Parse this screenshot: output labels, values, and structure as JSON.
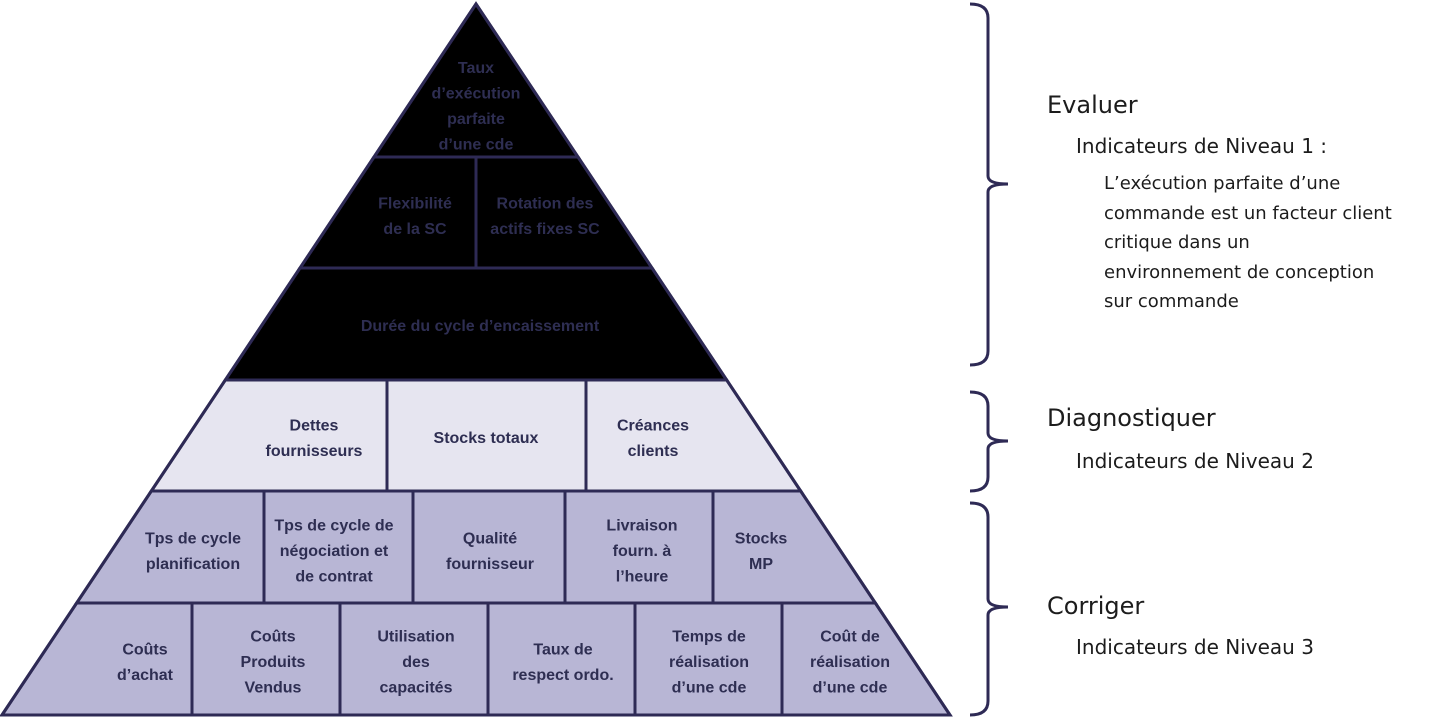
{
  "pyramid": {
    "colors": {
      "top": "#f6f5fb",
      "level2": "#e6e5f0",
      "level3": "#b8b6d5",
      "outline": "#2e2a55",
      "text": "#2e2e52"
    },
    "tiers": [
      {
        "tier": "level1",
        "cells": [
          {
            "name": "taux-execution-parfaite",
            "lines": [
              "Taux",
              "d’exécution",
              "parfaite",
              "d’une cde"
            ]
          }
        ]
      },
      {
        "tier": "level1",
        "cells": [
          {
            "name": "flexibilite-sc",
            "lines": [
              "Flexibilité",
              "de la SC"
            ]
          },
          {
            "name": "rotation-actifs-fixes",
            "lines": [
              "Rotation des",
              "actifs fixes SC"
            ]
          }
        ]
      },
      {
        "tier": "level1",
        "cells": [
          {
            "name": "duree-cycle-encaissement",
            "lines": [
              "Durée du cycle d’encaissement"
            ]
          }
        ]
      },
      {
        "tier": "level2",
        "cells": [
          {
            "name": "dettes-fournisseurs",
            "lines": [
              "Dettes",
              "fournisseurs"
            ]
          },
          {
            "name": "stocks-totaux",
            "lines": [
              "Stocks totaux"
            ]
          },
          {
            "name": "creances-clients",
            "lines": [
              "Créances",
              "clients"
            ]
          }
        ]
      },
      {
        "tier": "level3",
        "cells": [
          {
            "name": "tps-cycle-planification",
            "lines": [
              "Tps de cycle",
              "planification"
            ]
          },
          {
            "name": "tps-cycle-negociation",
            "lines": [
              "Tps de cycle de",
              "négociation et",
              "de contrat"
            ]
          },
          {
            "name": "qualite-fournisseur",
            "lines": [
              "Qualité",
              "fournisseur"
            ]
          },
          {
            "name": "livraison-fourn-heure",
            "lines": [
              "Livraison",
              "fourn. à",
              "l’heure"
            ]
          },
          {
            "name": "stocks-mp",
            "lines": [
              "Stocks",
              "MP"
            ]
          }
        ]
      },
      {
        "tier": "level3",
        "cells": [
          {
            "name": "couts-achat",
            "lines": [
              "Coûts",
              "d’achat"
            ]
          },
          {
            "name": "couts-produits-vendus",
            "lines": [
              "Coûts",
              "Produits",
              "Vendus"
            ]
          },
          {
            "name": "utilisation-capacites",
            "lines": [
              "Utilisation",
              "des",
              "capacités"
            ]
          },
          {
            "name": "taux-respect-ordo",
            "lines": [
              "Taux de",
              "respect ordo."
            ]
          },
          {
            "name": "temps-realisation-cde",
            "lines": [
              "Temps de",
              "réalisation",
              "d’une cde"
            ]
          },
          {
            "name": "cout-realisation-cde",
            "lines": [
              "Coût de",
              "réalisation",
              "d’une cde"
            ]
          }
        ]
      }
    ]
  },
  "legend": {
    "evaluer": {
      "title": "Evaluer",
      "subtitle": "Indicateurs de Niveau 1 :",
      "description": [
        "L’exécution parfaite d’une",
        "commande est un facteur client",
        "critique dans un",
        "environnement de conception",
        "sur commande"
      ]
    },
    "diagnostiquer": {
      "title": "Diagnostiquer",
      "subtitle": "Indicateurs de Niveau  2"
    },
    "corriger": {
      "title": "Corriger",
      "subtitle": "Indicateurs de Niveau 3"
    }
  }
}
